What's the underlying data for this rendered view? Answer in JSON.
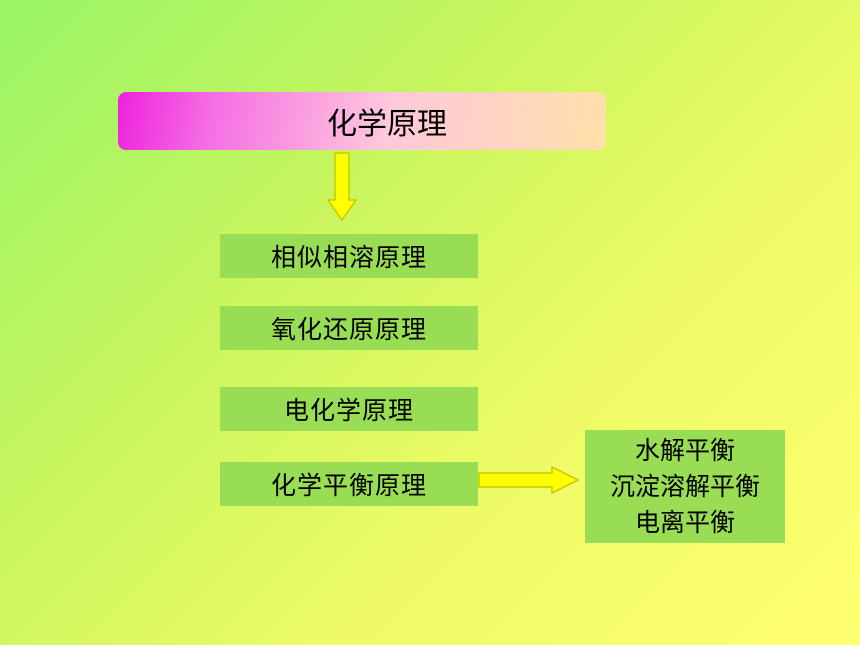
{
  "title": "化学原理",
  "principles": [
    {
      "label": "相似相溶原理"
    },
    {
      "label": "氧化还原原理"
    },
    {
      "label": "电化学原理"
    },
    {
      "label": "化学平衡原理"
    }
  ],
  "equilibria": [
    {
      "label": "水解平衡"
    },
    {
      "label": "沉淀溶解平衡"
    },
    {
      "label": "电离平衡"
    }
  ],
  "colors": {
    "arrow_fill": "#ffff00",
    "arrow_stroke": "#c8c800",
    "box_fill": "#99dd55"
  }
}
